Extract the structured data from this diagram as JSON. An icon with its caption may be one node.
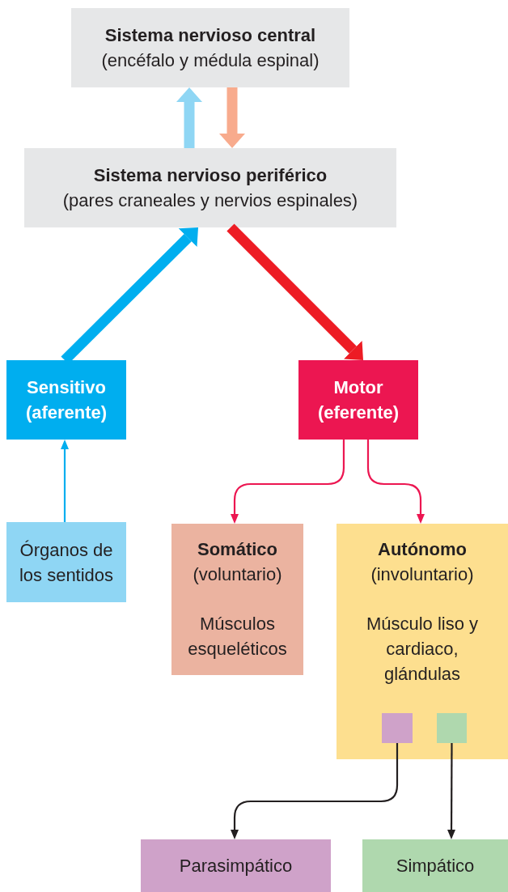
{
  "diagram": {
    "nodes": [
      {
        "text": [
          "Sistema nervioso central",
          "(encéfalo y médula espinal)"
        ]
      },
      {
        "text": [
          "Sistema nervioso periférico",
          "(pares craneales y nervios espinales)"
        ]
      },
      {
        "text": [
          "Sensitivo (aferente)"
        ]
      },
      {
        "text": [
          "Motor (eferente)"
        ]
      },
      {
        "text": [
          "Órganos de los sentidos"
        ]
      },
      {
        "text": [
          "Somático",
          "(voluntario)",
          "Músculos esqueléticos"
        ]
      },
      {
        "text": [
          "Autónomo",
          "(involuntario)",
          "Músculo liso y cardiaco, glándulas"
        ]
      },
      {
        "text": [],
        "shape": "box",
        "in": 6
      },
      {
        "text": [],
        "shape": "box",
        "in": 6
      },
      {
        "text": [
          "Parasimpático"
        ]
      },
      {
        "text": [
          "Simpático"
        ]
      }
    ],
    "edges": [
      {
        "from": 1,
        "to": 0,
        "arrow": "to",
        "style": "thick",
        "color": "#8fd6f4"
      },
      {
        "from": 0,
        "to": 1,
        "arrow": "to",
        "style": "thick",
        "color": "#f8ab8d"
      },
      {
        "from": 2,
        "to": 1,
        "arrow": "to",
        "style": "thick",
        "color": "#00aeef"
      },
      {
        "from": 1,
        "to": 3,
        "arrow": "to",
        "style": "thick",
        "color": "#ed1c24"
      },
      {
        "from": 4,
        "to": 2,
        "arrow": "to",
        "color": "#00aeef"
      },
      {
        "from": 3,
        "to": 5,
        "arrow": "to",
        "color": "#ec1651"
      },
      {
        "from": 3,
        "to": 6,
        "arrow": "to",
        "color": "#ec1651"
      },
      {
        "from": 7,
        "to": 9,
        "arrow": "to",
        "color": "#231f20"
      },
      {
        "from": 8,
        "to": 10,
        "arrow": "to",
        "color": "#231f20"
      }
    ]
  }
}
